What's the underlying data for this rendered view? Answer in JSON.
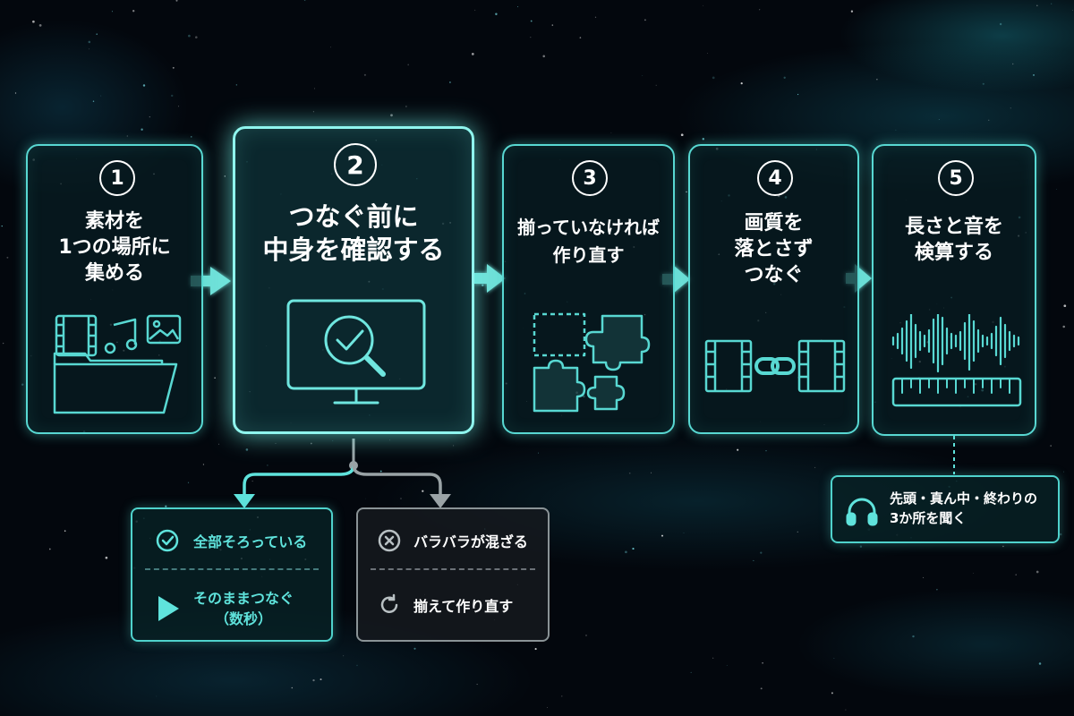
{
  "steps": [
    {
      "number": "1",
      "lines": [
        "素材を",
        "1つの場所に",
        "集める"
      ],
      "icon": "media-folder-icon"
    },
    {
      "number": "2",
      "lines": [
        "つなぐ前に",
        "中身を確認する"
      ],
      "icon": "monitor-magnifier-check-icon"
    },
    {
      "number": "3",
      "lines": [
        "揃っていなければ",
        "作り直す"
      ],
      "icon": "puzzle-pieces-icon"
    },
    {
      "number": "4",
      "lines": [
        "画質を",
        "落とさず",
        "つなぐ"
      ],
      "icon": "film-link-icon"
    },
    {
      "number": "5",
      "lines": [
        "長さと音を",
        "検算する"
      ],
      "icon": "waveform-ruler-icon"
    }
  ],
  "branches": {
    "good": {
      "row1": {
        "text": "全部そろっている",
        "icon": "check-circle-icon"
      },
      "row2": {
        "lines": [
          "そのままつなぐ",
          "（数秒）"
        ],
        "icon": "play-icon"
      }
    },
    "bad": {
      "row1": {
        "text": "バラバラが混ざる",
        "icon": "x-circle-icon"
      },
      "row2": {
        "text": "揃えて作り直す",
        "icon": "refresh-icon"
      }
    }
  },
  "note": {
    "lines": [
      "先頭・真ん中・終わりの",
      "3か所を聞く"
    ],
    "icon": "headphones-icon"
  },
  "colors": {
    "accent": "#58d8d2",
    "accent_bright": "#8ff5ee",
    "text": "#ffffff",
    "neutral": "#8a9396",
    "background": "#03070d"
  }
}
